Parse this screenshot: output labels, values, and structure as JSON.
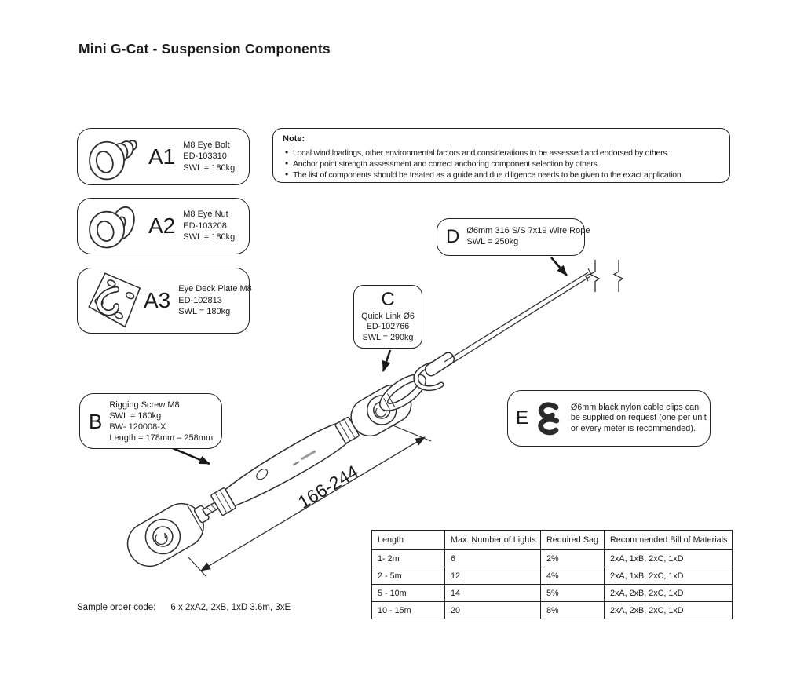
{
  "title": "Mini G-Cat - Suspension Components",
  "components": {
    "a1": {
      "label": "A1",
      "icon": "eye-bolt-icon",
      "lines": [
        "M8 Eye Bolt",
        "ED-103310",
        "SWL = 180kg"
      ]
    },
    "a2": {
      "label": "A2",
      "icon": "eye-nut-icon",
      "lines": [
        "M8 Eye Nut",
        "ED-103208",
        "SWL = 180kg"
      ]
    },
    "a3": {
      "label": "A3",
      "icon": "eye-deck-plate-icon",
      "lines": [
        "Eye Deck Plate M8",
        "ED-102813",
        "SWL = 180kg"
      ]
    }
  },
  "note": {
    "heading": "Note:",
    "bullets": [
      "Local wind loadings, other environmental factors and considerations to be assessed and endorsed by others.",
      "Anchor point strength assessment and correct anchoring component selection by others.",
      "The list of components should be treated as a guide and due diligence needs to be given to the exact application."
    ]
  },
  "callouts": {
    "b": {
      "label": "B",
      "lines": [
        "Rigging Screw M8",
        "SWL = 180kg",
        "BW- 120008-X",
        "Length = 178mm – 258mm"
      ]
    },
    "c": {
      "label": "C",
      "lines": [
        "Quick Link Ø6",
        "ED-102766",
        "SWL = 290kg"
      ]
    },
    "d": {
      "label": "D",
      "lines": [
        "Ø6mm 316 S/S 7x19 Wire Rope",
        "SWL = 250kg"
      ]
    },
    "e": {
      "label": "E",
      "icon": "cable-clip-icon",
      "text": "Ø6mm black nylon cable clips can be supplied on request (one per unit or every meter is recommended)."
    }
  },
  "drawing": {
    "dimension_label": "166-244"
  },
  "table": {
    "headers": [
      "Length",
      "Max. Number of Lights",
      "Required Sag",
      "Recommended Bill of Materials"
    ],
    "rows": [
      [
        "1- 2m",
        "6",
        "2%",
        "2xA, 1xB, 2xC, 1xD"
      ],
      [
        "2 - 5m",
        "12",
        "4%",
        "2xA, 1xB, 2xC, 1xD"
      ],
      [
        "5 - 10m",
        "14",
        "5%",
        "2xA, 2xB, 2xC, 1xD"
      ],
      [
        "10 - 15m",
        "20",
        "8%",
        "2xA, 2xB, 2xC, 1xD"
      ]
    ]
  },
  "sample_order": {
    "label": "Sample order code:",
    "value": "6 x 2xA2, 2xB, 1xD 3.6m, 3xE"
  },
  "colors": {
    "ink": "#1a1a1a",
    "line": "#2e2e2e",
    "clip": "#2a2a2a",
    "background": "#ffffff"
  }
}
